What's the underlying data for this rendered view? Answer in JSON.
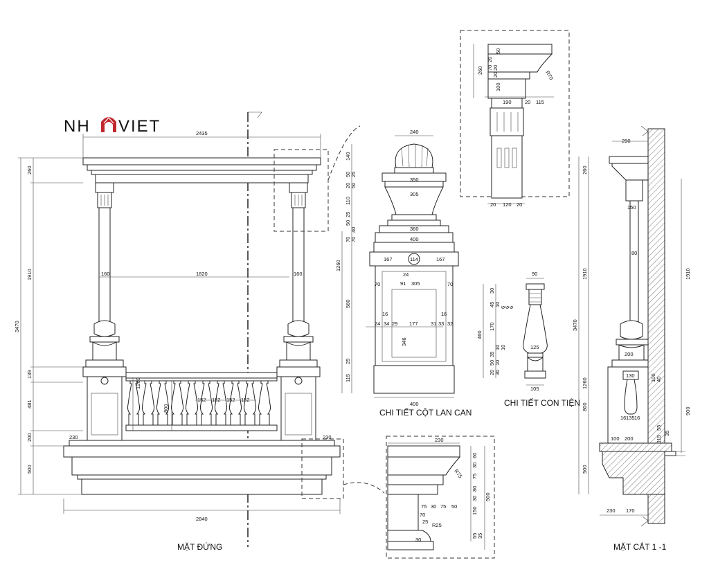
{
  "logo": {
    "part1": "NH",
    "part2": "VIET",
    "accent_color": "#c0282d"
  },
  "titles": {
    "elevation": "MẶT ĐỨNG",
    "section": "MẶT CẮT 1 -1",
    "post_detail": "CHI TIẾT CỘT LAN CAN",
    "baluster_detail": "CHI TIẾT CON TIỆN"
  },
  "elevation_dims": {
    "overall_width": "2435",
    "inner_width": "1820",
    "col_left": "160",
    "col_right": "160",
    "base_width": "2840",
    "left_230": "230",
    "right_230": "230",
    "left_stack": [
      "260",
      "1910",
      "3470",
      "139",
      "481",
      "200",
      "500"
    ],
    "rail_height": "1260",
    "baluster_h": "800",
    "spacing": [
      "152",
      "152",
      "152",
      "152"
    ]
  },
  "post_dims": {
    "top": "240",
    "w350": "350",
    "w305": "305",
    "w360": "360",
    "w400": "400",
    "w167a": "167",
    "w167b": "167",
    "circle": "114",
    "d24": "24",
    "w91": "91",
    "w305b": "305",
    "w70a": "70",
    "w70b": "70",
    "inner": [
      "24",
      "34",
      "29",
      "177",
      "31",
      "33",
      "32"
    ],
    "d16a": "16",
    "d16b": "16",
    "w346": "346",
    "bottom": "400",
    "left_stack": [
      "140",
      "50",
      "25",
      "20",
      "50",
      "110",
      "25",
      "50",
      "40",
      "70",
      "70"
    ],
    "h1260": "1260",
    "h560": "560",
    "h115": "115",
    "h25": "25"
  },
  "capital_dims": {
    "stack": [
      "50",
      "20",
      "70",
      "20",
      "20",
      "100"
    ],
    "h260": "260",
    "r70": "R70",
    "w190": "190",
    "w20": "20",
    "w115": "115",
    "bottom": [
      "20",
      "120",
      "20"
    ]
  },
  "baluster_dims": {
    "top": "90",
    "mid": "125",
    "bottom": "105",
    "h460": "460",
    "h170": "170",
    "stack_top": [
      "30",
      "45",
      "10",
      "6",
      "6",
      "6"
    ],
    "stack_bot": [
      "10",
      "10",
      "35",
      "50",
      "10",
      "20",
      "30"
    ]
  },
  "base_dims": {
    "top": "230",
    "r75": "R75",
    "right_stack": [
      "60",
      "30",
      "75",
      "80",
      "30"
    ],
    "h500": "500",
    "h150": "150",
    "h55": "55",
    "h35": "35",
    "mid": [
      "75",
      "30",
      "75",
      "50"
    ],
    "d70": "70",
    "r25": "R25",
    "d30": "30",
    "d25": "25"
  },
  "section_dims": {
    "top": "290",
    "d150": "150",
    "d80": "80",
    "d200": "200",
    "d130": "130",
    "bottom_row": [
      "16",
      "135",
      "16"
    ],
    "d100": "100",
    "d200b": "200",
    "d230": "230",
    "d170": "170",
    "left_stack": [
      "260",
      "1910",
      "3470",
      "1260",
      "800",
      "500"
    ],
    "right_stack": [
      "1910",
      "900"
    ],
    "d115": "115",
    "d55": "55",
    "d35": "35",
    "d40": "40",
    "d100b": "100"
  }
}
